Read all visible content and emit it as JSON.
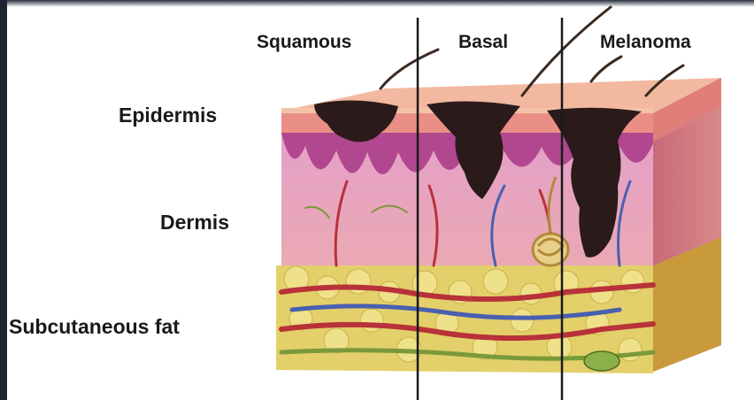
{
  "cancer_types": {
    "squamous": "Squamous",
    "basal": "Basal",
    "melanoma": "Melanoma"
  },
  "layers": {
    "epidermis": "Epidermis",
    "dermis": "Dermis",
    "subcutaneous": "Subcutaneous fat"
  },
  "colors": {
    "epidermis": "#e98f86",
    "dermis": "#e6a3b8",
    "fat": "#e3d06a",
    "tumor": "#2b1a1a",
    "artery": "#b8323a",
    "vein": "#4a5fb0",
    "nerve": "#7a9a3a"
  }
}
